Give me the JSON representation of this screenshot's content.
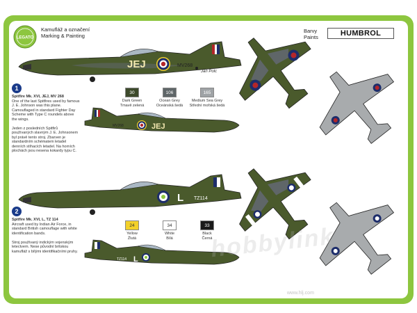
{
  "brand": {
    "logo_text": "LEGATO"
  },
  "header": {
    "left_line1": "Kamufláž a označení",
    "left_line2": "Marking & Painting",
    "right_line1": "Barvy",
    "right_line2": "Paints",
    "paint_brand": "HUMBROL"
  },
  "schemes": [
    {
      "number": "1",
      "title": "Spitfire Mk. XVI, JEJ, MV 268",
      "text_en": "One of the last Spitfires used by famous J. E. Johnson was this plane. Camouflaged in standard Fighter Day Scheme with Type C roundels above the wings.",
      "text_cz": "Jeden z posledních Spitfirů používaných slavným J. E. Johnsonem byl právě tento stroj. Zbarven je standardním schématem letadel denních stíhacích letadel. Na horních plochách jsou nesena kokardy typu C.",
      "fuselage_code": "JEJ",
      "serial": "MV268",
      "signature": "Jan Polc"
    },
    {
      "number": "2",
      "title": "Spitfire Mk. XVI, L, TZ 114",
      "text_en": "Aircraft used by Indian Air Force, in standard British camouflage with white identification bands.",
      "text_cz": "Stroj používaný indickým vojenským letectvem. Nese původní britskou kamufláž s bílými identifikačními pruhy.",
      "fuselage_code": "L",
      "serial": "TZ114"
    }
  ],
  "paints_row1": [
    {
      "number": "30",
      "name_en": "Dark Green",
      "name_cz": "Tmavě zelená",
      "color": "#3d4a2b",
      "text_color": "#ffffff"
    },
    {
      "number": "106",
      "name_en": "Ocean Grey",
      "name_cz": "Oceánská šedá",
      "color": "#5f6668",
      "text_color": "#ffffff"
    },
    {
      "number": "165",
      "name_en": "Medium Sea Grey",
      "name_cz": "Střední mořská šedá",
      "color": "#9fa3a6",
      "text_color": "#ffffff"
    }
  ],
  "paints_row2": [
    {
      "number": "24",
      "name_en": "Yellow",
      "name_cz": "Žlutá",
      "color": "#f3d12a",
      "text_color": "#333333"
    },
    {
      "number": "34",
      "name_en": "White",
      "name_cz": "Bílá",
      "color": "#ffffff",
      "text_color": "#333333"
    },
    {
      "number": "33",
      "name_en": "Black",
      "name_cz": "Černá",
      "color": "#1a1a1a",
      "text_color": "#ffffff"
    }
  ],
  "watermark": {
    "text": "hobbylink",
    "url": "www.hlj.com"
  },
  "colors": {
    "frame_green": "#8dc63f",
    "dark_green": "#4a5a2c",
    "ocean_grey": "#6b7070",
    "sea_grey": "#a8abad",
    "roundel_blue": "#1d2d6b",
    "roundel_red": "#b3262a"
  }
}
